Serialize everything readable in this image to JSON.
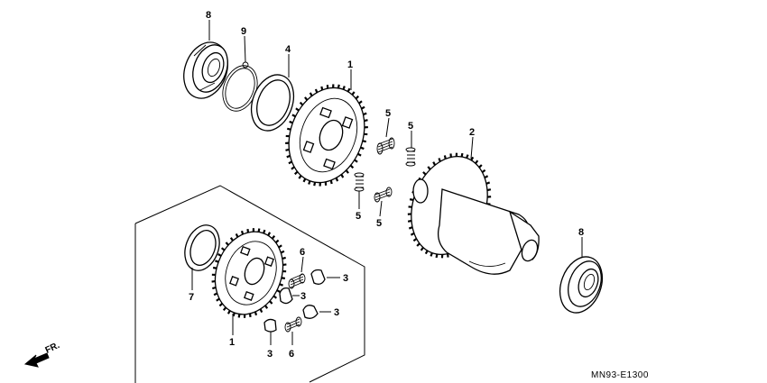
{
  "diagram": {
    "labels": {
      "p8_top": "8",
      "p9": "9",
      "p4": "4",
      "p1_top": "1",
      "p5_a": "5",
      "p5_b": "5",
      "p5_c": "5",
      "p5_d": "5",
      "p2": "2",
      "p8_right": "8",
      "p7": "7",
      "p1_bottom": "1",
      "p6_top": "6",
      "p6_bottom": "6",
      "p3_a": "3",
      "p3_b": "3",
      "p3_c": "3",
      "p3_d": "3"
    },
    "front_indicator": "FR.",
    "figure_code": "MN93-E1300"
  },
  "colors": {
    "ink": "#000000",
    "paper": "#ffffff"
  }
}
